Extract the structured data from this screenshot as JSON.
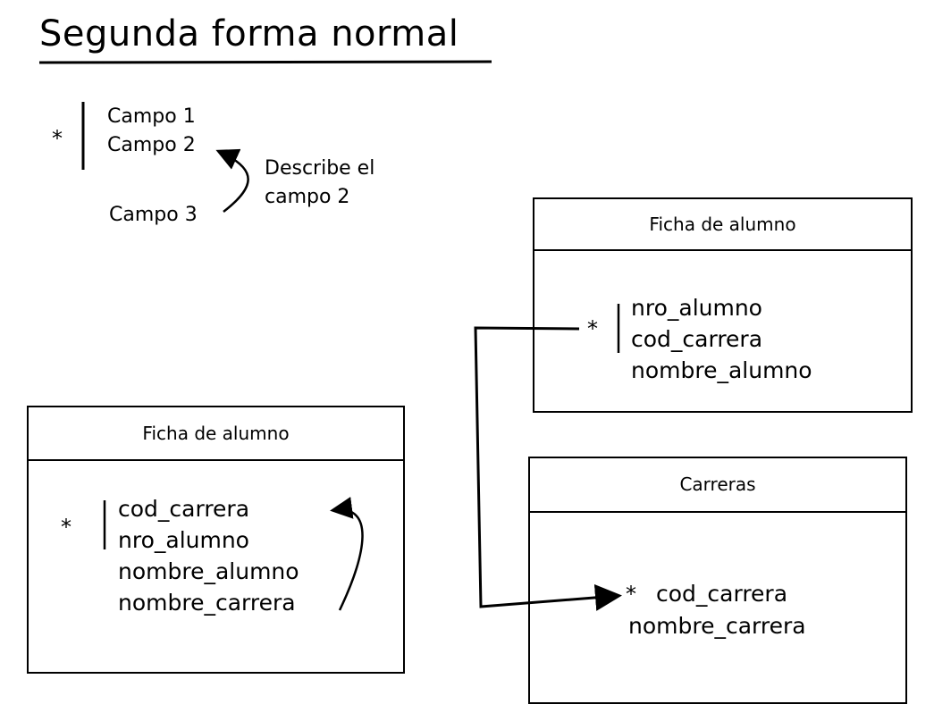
{
  "title": "Segunda forma normal",
  "example": {
    "star": "*",
    "fields": [
      "Campo 1",
      "Campo 2",
      "Campo 3"
    ],
    "note": [
      "Describe el",
      "campo 2"
    ]
  },
  "boxes": {
    "left": {
      "header": "Ficha de alumno",
      "star": "*",
      "fields": [
        "cod_carrera",
        "nro_alumno",
        "nombre_alumno",
        "nombre_carrera"
      ]
    },
    "top_right": {
      "header": "Ficha de alumno",
      "star": "*",
      "fields": [
        "nro_alumno",
        "cod_carrera",
        "nombre_alumno"
      ]
    },
    "bottom_right": {
      "header": "Carreras",
      "star": "*",
      "fields": [
        "cod_carrera",
        "nombre_carrera"
      ]
    }
  }
}
